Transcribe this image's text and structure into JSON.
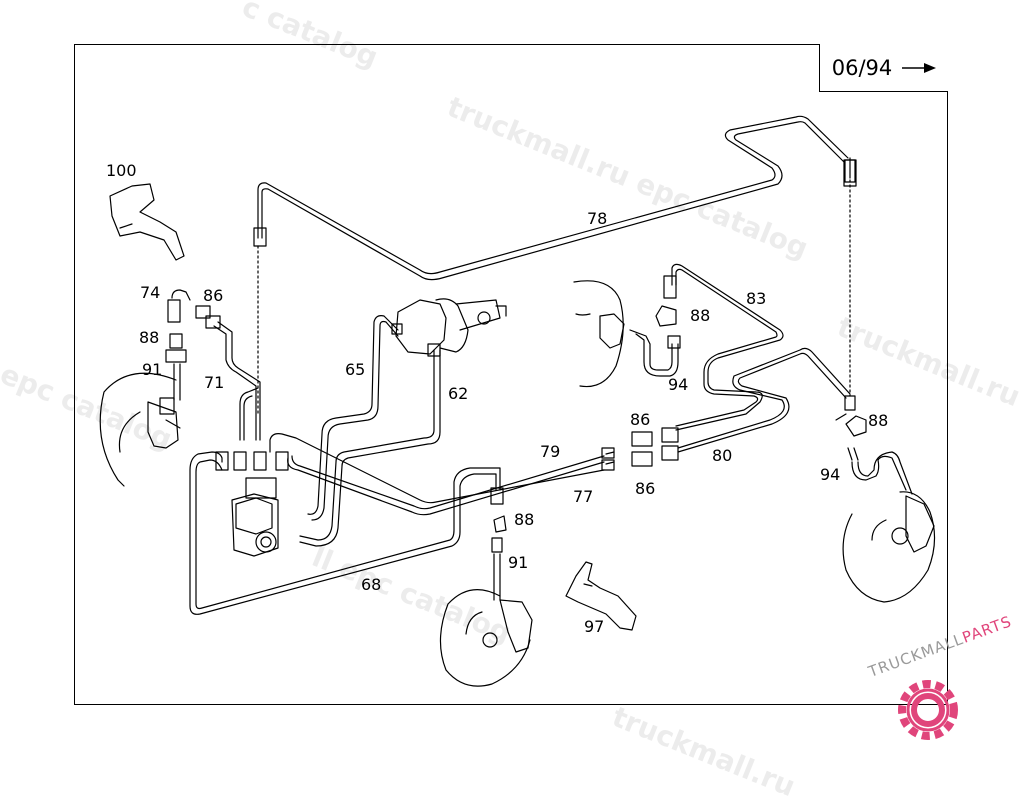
{
  "page": {
    "revision_label": "06/94",
    "revision_arrow_icon": "arrow-right-icon"
  },
  "callouts": [
    "100",
    "74",
    "86",
    "88",
    "91",
    "71",
    "65",
    "62",
    "78",
    "83",
    "88",
    "94",
    "86",
    "79",
    "80",
    "86",
    "77",
    "88",
    "91",
    "68",
    "97",
    "88",
    "94"
  ],
  "watermark": {
    "text_segments": [
      "c catalog",
      "truckmall.ru epc catalog",
      "truckmall.ru epc catalog",
      "truckmall.ru epc catalog",
      "l epc catalog",
      "truckmall.ru",
      "ll epc catalog",
      "truckmall.ru",
      "catalog"
    ]
  },
  "logo": {
    "text_dark": "TRUCKMALL",
    "text_light": "PARTS",
    "icon": "gear-icon",
    "accent": "#e0457b"
  },
  "colors": {
    "line": "#000000",
    "watermark": "#c8c8c8",
    "accent": "#e0457b"
  }
}
